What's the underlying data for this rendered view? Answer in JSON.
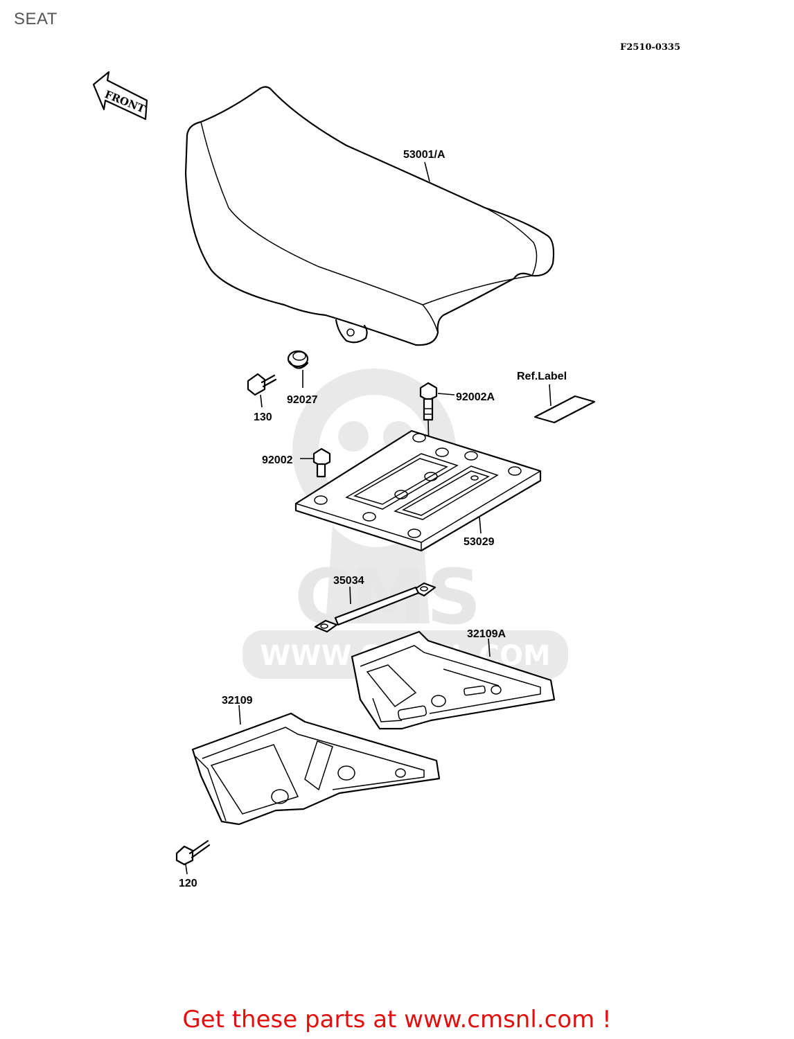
{
  "title": "SEAT",
  "diagram_code": "F2510-0335",
  "front_arrow_text": "FRONT",
  "watermark": {
    "logo_text": "CMS",
    "url_text": "WWW.CMSNL.COM"
  },
  "parts": [
    {
      "id": "seat",
      "number": "53001/A"
    },
    {
      "id": "bolt-130",
      "number": "130"
    },
    {
      "id": "collar",
      "number": "92027"
    },
    {
      "id": "bolt-92002a",
      "number": "92002A"
    },
    {
      "id": "ref-label",
      "number": "Ref.Label"
    },
    {
      "id": "bolt-92002",
      "number": "92002"
    },
    {
      "id": "seat-base-plate",
      "number": "53029"
    },
    {
      "id": "strap",
      "number": "35034"
    },
    {
      "id": "bracket-right",
      "number": "32109A"
    },
    {
      "id": "bracket-left",
      "number": "32109"
    },
    {
      "id": "bolt-120",
      "number": "120"
    }
  ],
  "cta_text": "Get these parts at www.cmsnl.com !"
}
